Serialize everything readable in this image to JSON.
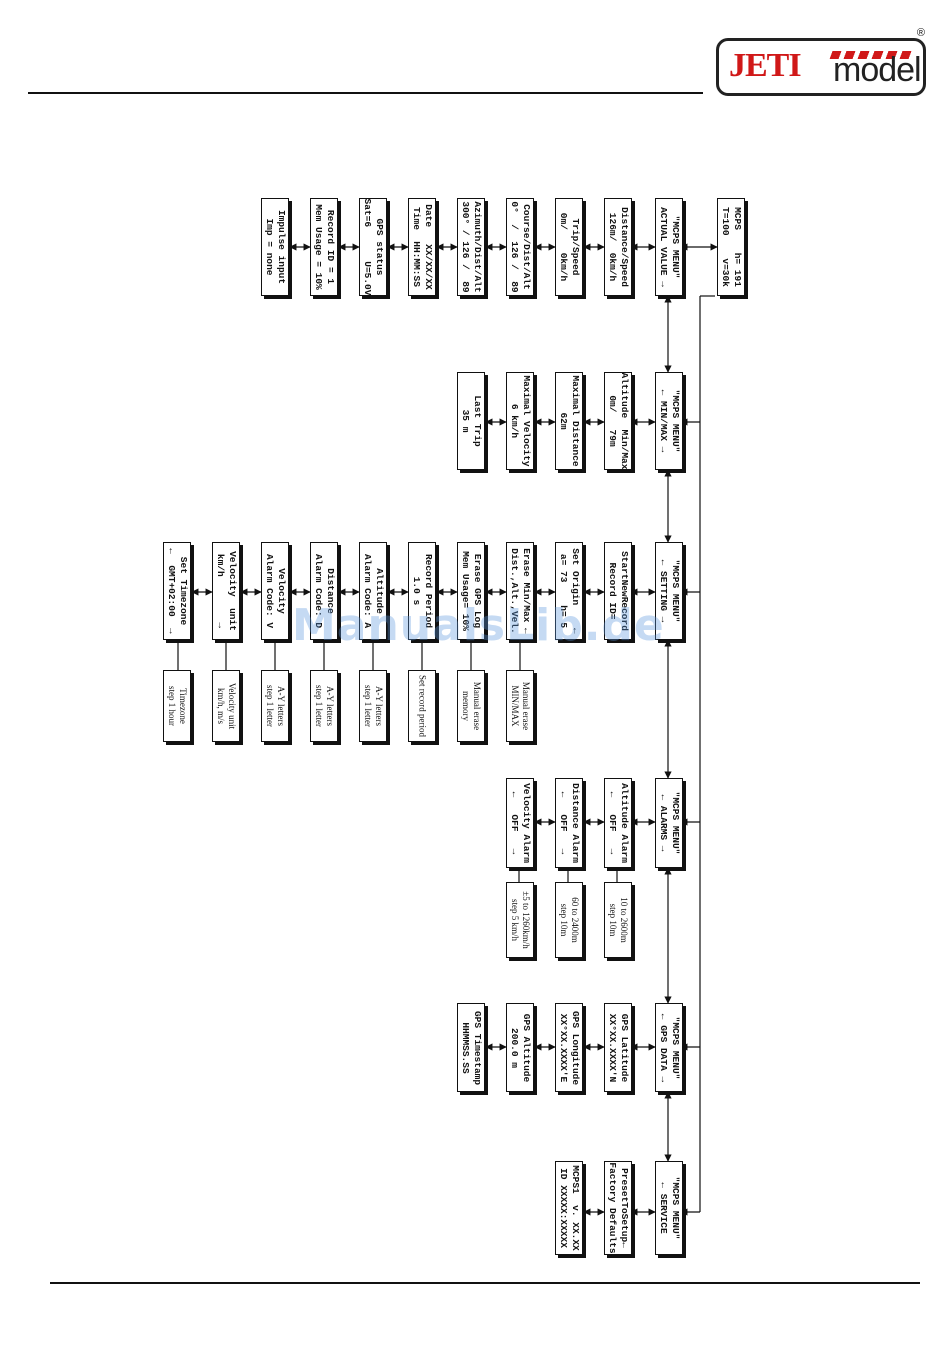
{
  "brand": {
    "logo_main": "JETI",
    "logo_sub": "model",
    "registered": "®"
  },
  "watermark": "ManualsLib.de",
  "menus": [
    {
      "header": "MCPS    h= 191\nT=100    v=30k"
    },
    {
      "header": "\"MCPS MENU\"\nACTUAL VALUE →",
      "items": [
        "Distance/Speed\n126m/  0km/h",
        "Trip/Speed\n0m/    0km/h",
        "Course/Dist/Alt\n0°  /  126 /  89",
        "Azimuth/Dist/Alt\n300° / 126 /  89",
        "Date   XX/XX/XX\nTime  HH:MM:SS",
        "GPS status\nSat=6      U=5.0V",
        "Record ID = 1\nMem Usage = 10%",
        "Impulse input\nImp = none"
      ]
    },
    {
      "header": "\"MCPS MENU\"\n← MIN/MAX →",
      "items": [
        "Altitude  Min/Max\n0m/   79m",
        "Maximal Distance\n62m",
        "Maximal Velocity\n6 km/h",
        "Last Trip\n35 m"
      ]
    },
    {
      "header": "\"MCPS MENU\"\n← SETTING →",
      "items": [
        "StartNewRecord\nRecord ID=",
        "Set Origin    ←\na= 73    h= 5",
        "Erase Min/Max ←\nDist.,Alt.,Vel.",
        "Erase GPS Log\nMem Usage= 10%",
        "Record Period\n1.0 s",
        "Altitude\nAlarm Code: A",
        "Distance\nAlarm Code: D",
        "Velocity\nAlarm Code: V",
        "Velocity  unit\nkm/h        →",
        "Set Timezone\n←  GMT+02:00  →"
      ],
      "notes": [
        "Manual erase\nMIN/MAX",
        "Manual erase\nmemory",
        "Set record period",
        "A-Y letters\nstep 1 letter",
        "A-Y letters\nstep 1 letter",
        "A-Y letters\nstep 1 letter",
        "Velocity unit\nkm/h, m/s",
        "Timezone\nstep 1 hour"
      ]
    },
    {
      "header": "\"MCPS MENU\"\n← ALARMS →",
      "items": [
        "Altitude Alarm\n←   OFF   →",
        "Distance Alarm\n←   OFF   →",
        "Velocity Alarm\n←   OFF   →"
      ],
      "notes": [
        "10 to 2600m\nstep 10m",
        "60 to 2400m\nstep 10m",
        "±5 to 1260km/h\nstep 5 km/h"
      ]
    },
    {
      "header": "\"MCPS MENU\"\n← GPS DATA →",
      "items": [
        "GPS Latitude\nXX°XX.XXXX'N",
        "GPS Longitude\nXX°XX.XXXX'E",
        "GPS Altitude\n200.0 m",
        "GPS Timestamp\nHHMMSS.SS"
      ]
    },
    {
      "header": "\"MCPS MENU\"\n← SERVICE",
      "items": [
        "PresetToSetup←\nFactory Defaults",
        "MCPS1  v. XX.XX\nID XXXXX:XXXXX"
      ]
    }
  ]
}
